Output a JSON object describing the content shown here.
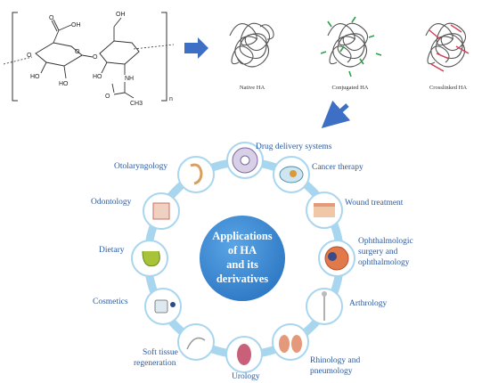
{
  "structure": {
    "atoms": [
      "OH",
      "O",
      "O",
      "HO",
      "O",
      "HO",
      "O",
      "HO",
      "OH",
      "NH",
      "O",
      "CH3"
    ],
    "repeat": "n"
  },
  "forms": [
    "Native HA",
    "Conjugated HA",
    "Crosslinked HA"
  ],
  "center": [
    "Applications",
    "of HA",
    "and its",
    "derivatives"
  ],
  "applications": [
    "Drug delivery systems",
    "Cancer therapy",
    "Wound treatment",
    "Ophthalmologic",
    "surgery and",
    "ophthalmology",
    "Arthrology",
    "Rhinology and",
    "pneumology",
    "Urology",
    "Soft tissue",
    "regeneration",
    "Cosmetics",
    "Dietary",
    "Odontology",
    "Otolaryngology"
  ],
  "colors": {
    "label": "#2c5aa0",
    "ring": "#a9d6ef",
    "center": "#3b8bd2",
    "arrow": "#3d6fc4",
    "conjugate": "#2ea04a",
    "crosslink": "#d23c54"
  }
}
